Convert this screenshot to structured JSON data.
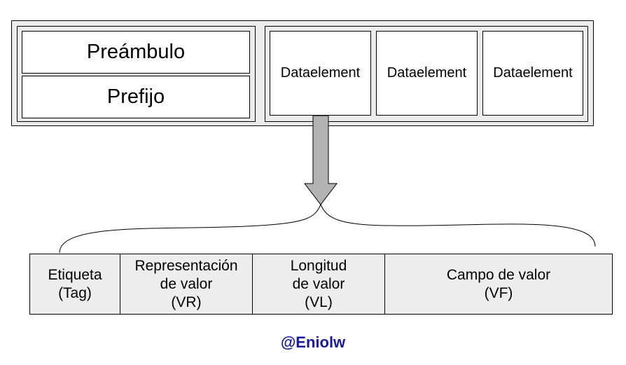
{
  "header": {
    "preamble": "Preámbulo",
    "prefix": "Prefijo"
  },
  "data_elements": [
    "Dataelement",
    "Dataelement",
    "Dataelement"
  ],
  "fields": [
    {
      "lines": [
        "Etiqueta",
        "(Tag)"
      ]
    },
    {
      "lines": [
        "Representación",
        "de valor",
        "(VR)"
      ]
    },
    {
      "lines": [
        "Longitud",
        "de valor",
        "(VL)"
      ]
    },
    {
      "lines": [
        "Campo de valor",
        "(VF)"
      ]
    }
  ],
  "credit": "@Eniolw",
  "colors": {
    "group_fill": "#ececec",
    "cell_fill": "#ffffff",
    "field_fill": "#ededed",
    "arrow_fill": "#b3b3b3",
    "credit_text": "#1a1a9c"
  }
}
